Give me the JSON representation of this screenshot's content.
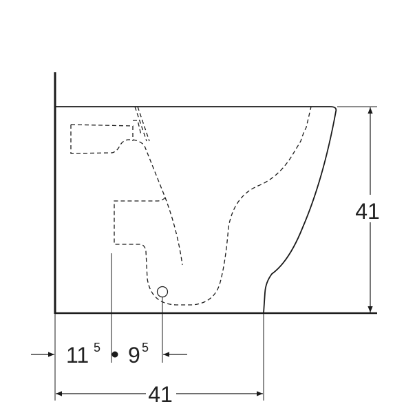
{
  "dimensions": {
    "height": "41",
    "depth": "41",
    "inlet_offset": "11",
    "inlet_offset_sup": "5",
    "outlet_offset": "9",
    "outlet_offset_sup": "5"
  },
  "colors": {
    "line": "#1a1a1a",
    "background": "#ffffff"
  }
}
